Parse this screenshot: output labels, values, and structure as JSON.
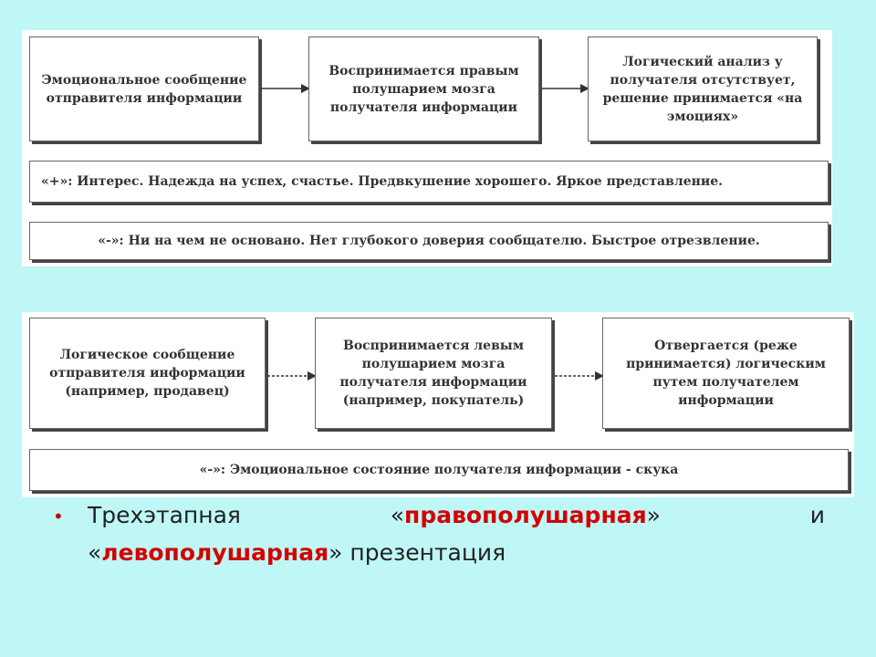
{
  "top": {
    "box1": "Эмоциональное сообщение отправителя информации",
    "box2": "Воспринимается правым полушарием мозга получателя информации",
    "box3": "Логический анализ у получателя отсутствует, решение принимается «на эмоциях»",
    "plus_line": "«+»: Интерес. Надежда на успех, счастье. Предвкушение хорошего. Яркое представление.",
    "minus_line": "«-»: Ни на чем не основано. Нет глубокого доверия сообщателю. Быстрое отрезвление."
  },
  "bottom": {
    "box1": "Логическое сообщение отправителя информации (например, продавец)",
    "box2": "Воспринимается левым полушарием мозга получателя информации (например, покупатель)",
    "box3": "Отвергается (реже принимается) логическим путем получателем информации",
    "minus_line": "«-»: Эмоциональное состояние получателя информации - скука"
  },
  "bullet": {
    "marker": "•",
    "w1": "Трехэтапная",
    "q_open": "«",
    "highlight1": "правополушарная",
    "q_close": "»",
    "w_and": "и",
    "highlight2": "левополушарная",
    "tail": "» презентация"
  },
  "colors": {
    "background": "#bff7f7",
    "highlight": "#d40000",
    "bullet": "#cc0000"
  }
}
